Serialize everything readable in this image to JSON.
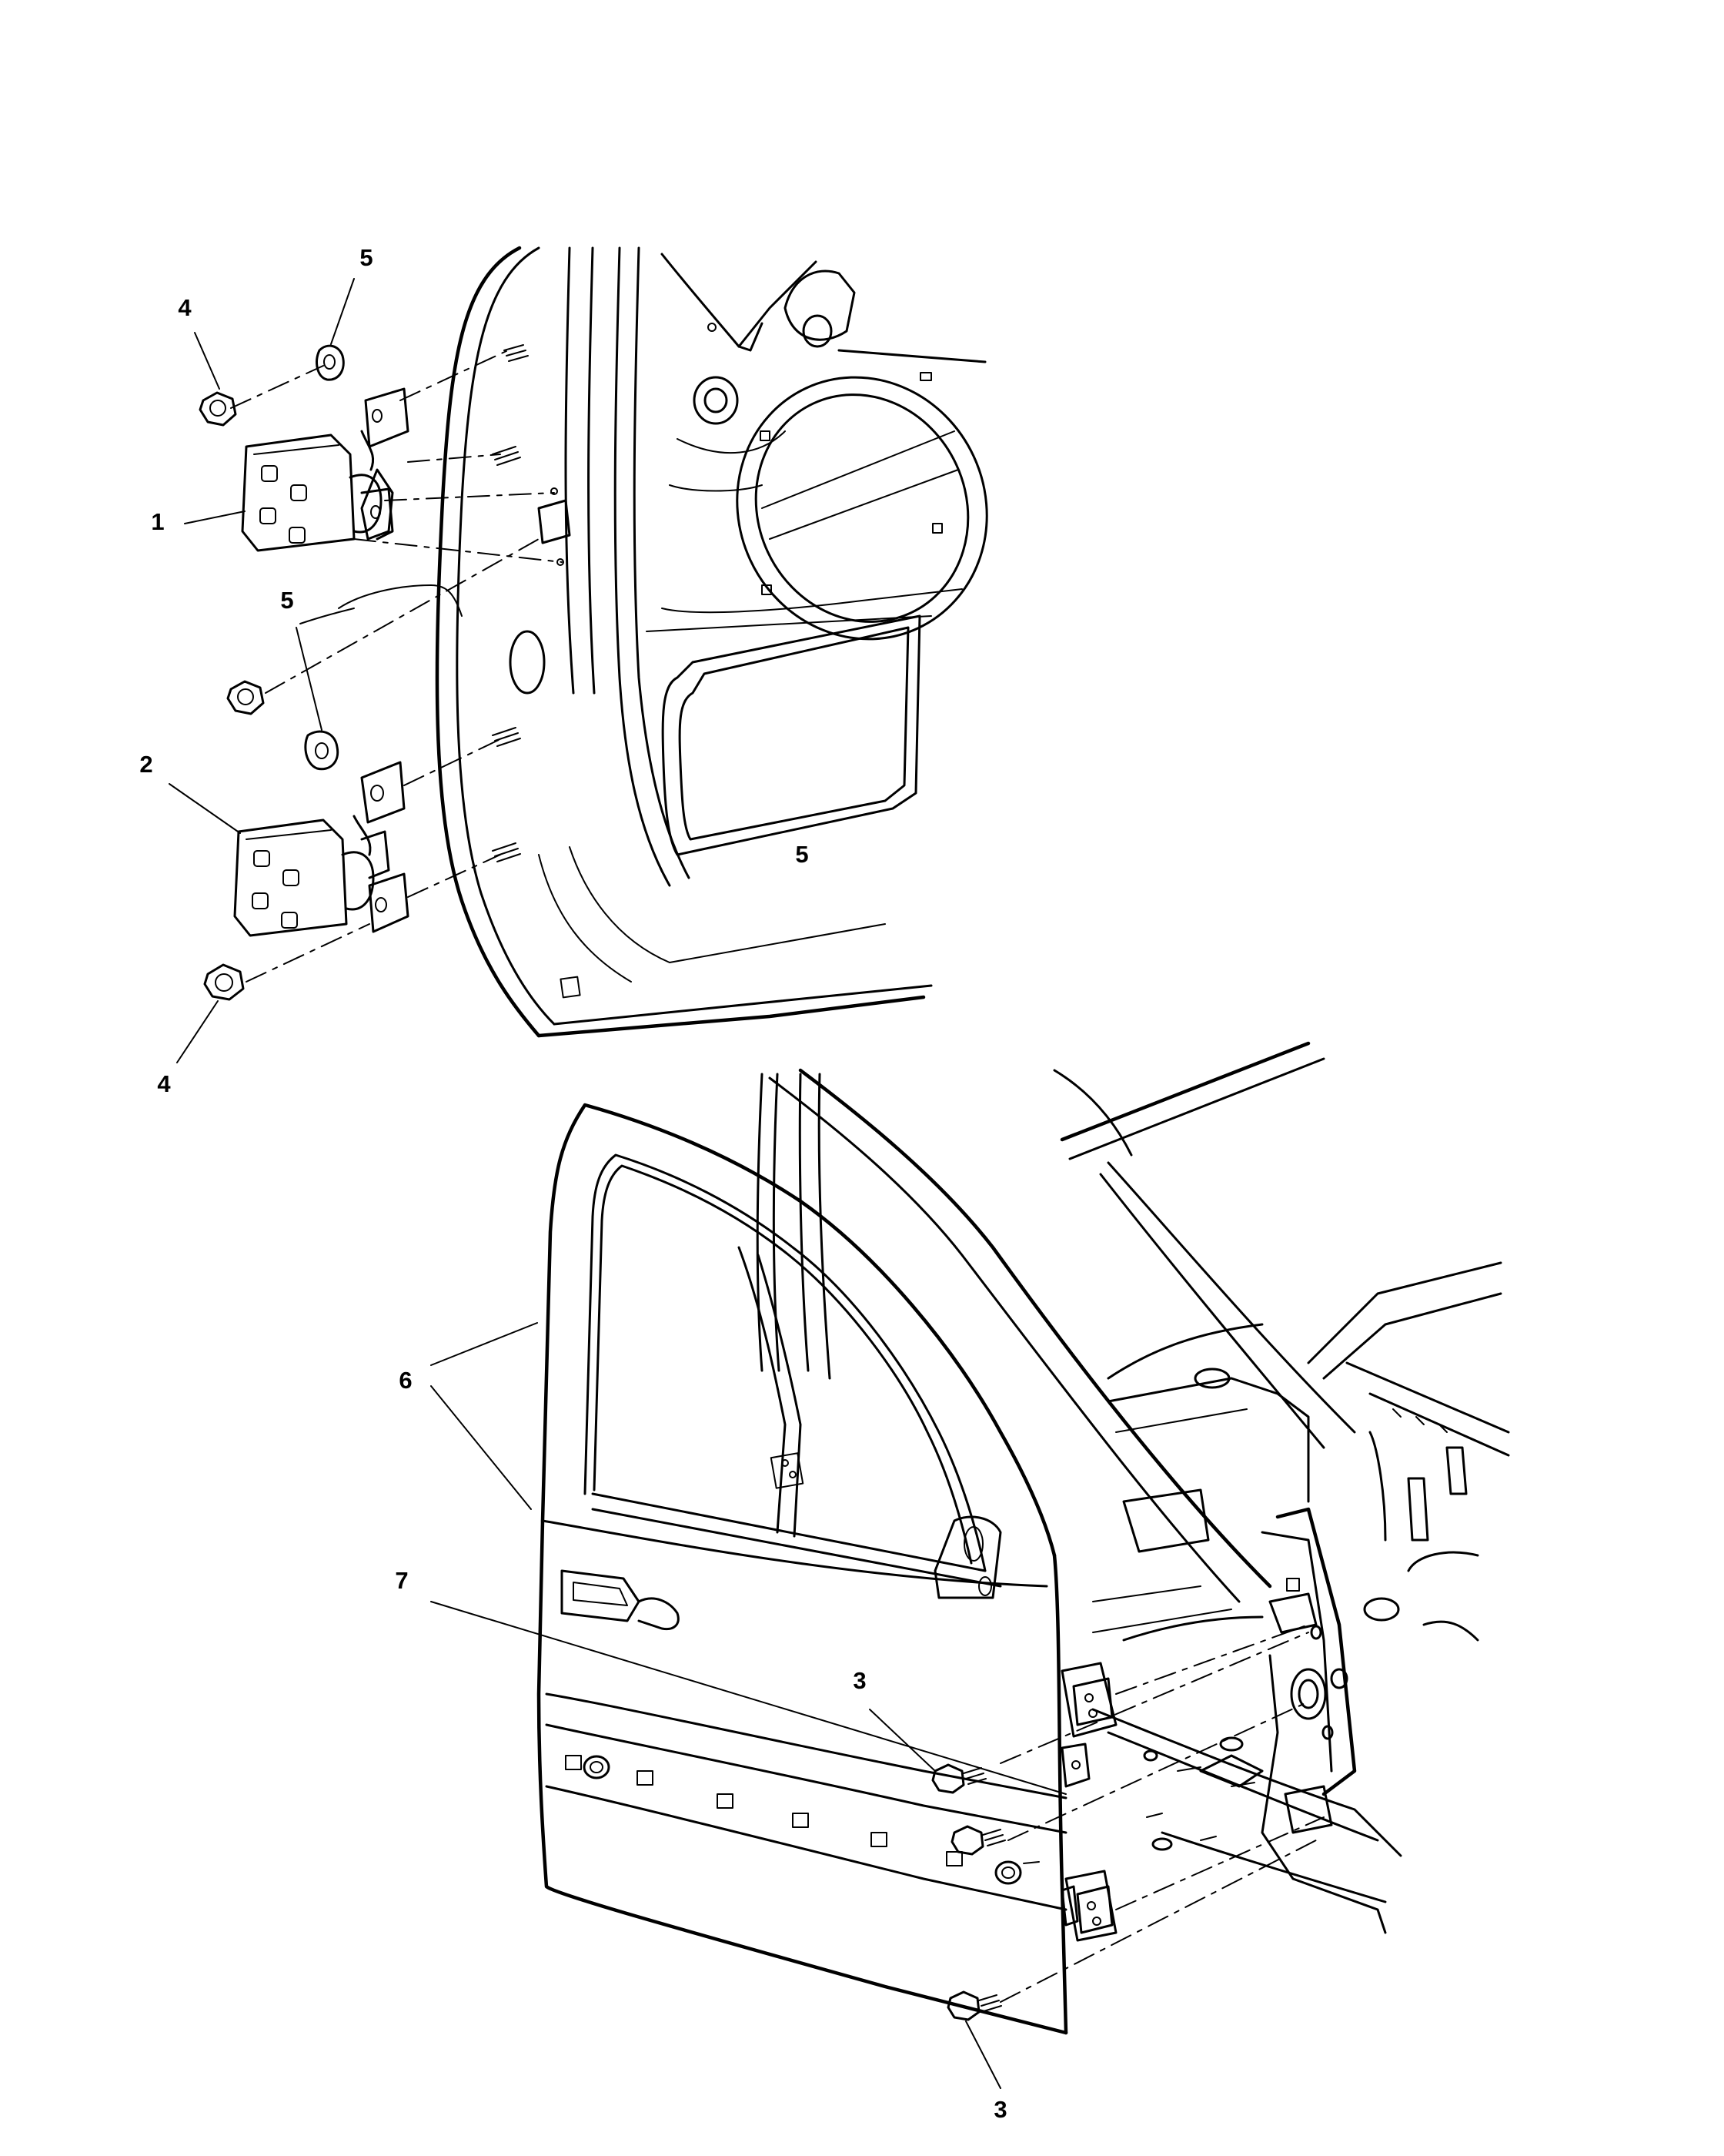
{
  "callouts": {
    "c1": "1",
    "c2": "2",
    "c3a": "3",
    "c3b": "3",
    "c4a": "4",
    "c4b": "4",
    "c5a": "5",
    "c5b": "5",
    "c6": "6",
    "c7": "7"
  },
  "stamp_mark": "5",
  "line_color": "#000000",
  "background_color": "#ffffff"
}
